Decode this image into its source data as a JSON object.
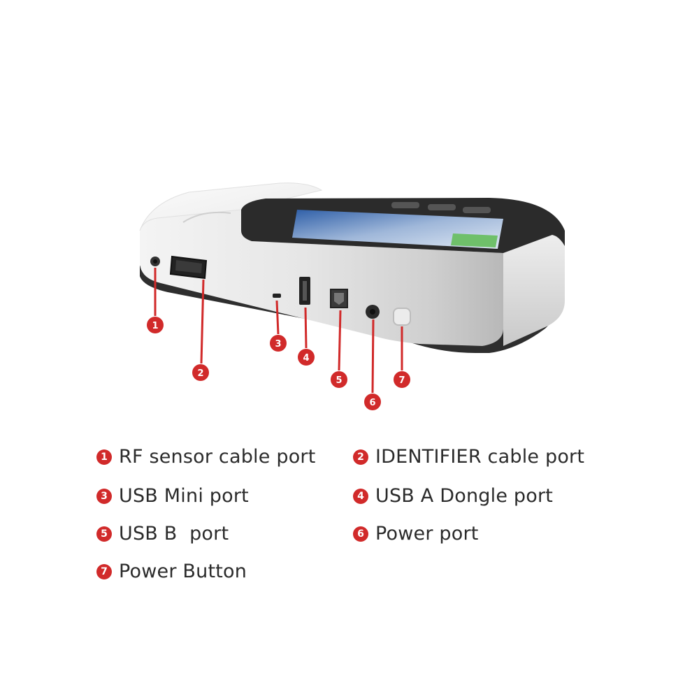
{
  "callouts": [
    {
      "number": "1",
      "label": "RF sensor cable port"
    },
    {
      "number": "2",
      "label": "IDENTIFIER cable port"
    },
    {
      "number": "3",
      "label": "USB Mini port"
    },
    {
      "number": "4",
      "label": "USB A Dongle port"
    },
    {
      "number": "5",
      "label": "USB B  port"
    },
    {
      "number": "6",
      "label": "Power port"
    },
    {
      "number": "7",
      "label": "Power Button"
    }
  ],
  "colors": {
    "callout_red": "#d12a2a",
    "device_silver": "#d9d9d9",
    "device_dark": "#2e2e2e",
    "screen_blue": "#4a7ac7",
    "text": "#2b2b2b"
  }
}
